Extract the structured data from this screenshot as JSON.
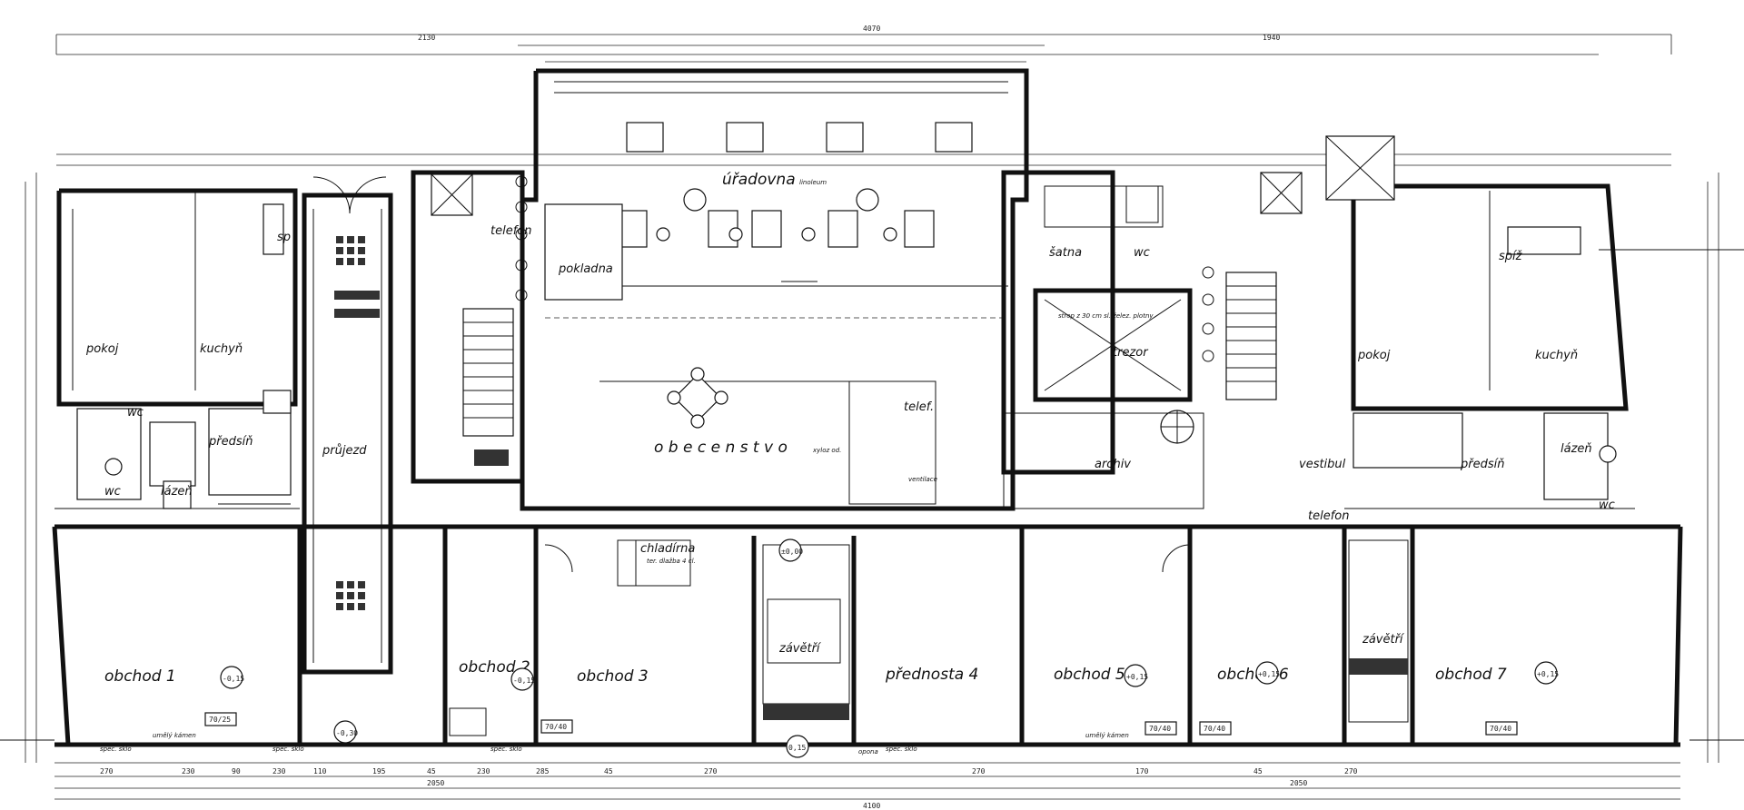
{
  "labels": {
    "uradovna": "úřadovna",
    "uradovna_sub": "linoleum",
    "obecenstvo": "o b e c e n s t v o",
    "obecenstvo_sub": "xyloz od.",
    "pokladna": "pokladna",
    "telefon_top": "telefon",
    "saina": "šatna",
    "wc_top": "wc",
    "tresor": "trezor",
    "tresor_note": "strop z 30 cm sl. želez. plotny",
    "archiv": "archiv",
    "telef": "telef.",
    "ventilace": "ventilace",
    "prujezd": "průjezd",
    "predsin_l": "předsíň",
    "predsin_r": "předsíň",
    "vestibul": "vestibul",
    "pokoj_l": "pokoj",
    "pokoj_r": "pokoj",
    "kuchyn_l": "kuchyň",
    "kuchyn_r": "kuchyň",
    "sp_l": "sp",
    "spiz_r": "spíž",
    "lazen_l": "lázeň",
    "lazen_r": "lázeň",
    "wc_l1": "wc",
    "wc_l2": "wc",
    "wc_r": "wc",
    "chladirna": "chladírna",
    "chladirna_sub": "ter. dlažba 4 cl.",
    "zavetri_c": "závětří",
    "zavetri_r": "závětří",
    "telefon_r": "telefon",
    "obchod1": "obchod  1",
    "obchod2": "obchod  2",
    "obchod3": "obchod      3",
    "prednosta4": "přednosta  4",
    "obchod5": "obchod  5",
    "obchod6": "obchod  6",
    "obchod7": "obchod  7"
  },
  "level_marks": [
    "-0,15",
    "±0,00",
    "-0,15",
    "+0,15",
    "+0,15",
    "+0,15",
    "-0,30",
    "0,15"
  ],
  "window_tags": [
    "70/25",
    "70/40",
    "70/40",
    "70/40",
    "70/40"
  ],
  "bottom_notes": [
    "spec. sklo",
    "umělý kámen",
    "spec. sklo",
    "spec. sklo",
    "opona",
    "spec. sklo",
    "umělý kámen"
  ],
  "dimensions": {
    "total_top": "4070",
    "left_top": "2130",
    "right_top": "1940",
    "bottom_total": "4100",
    "bottom_left": "2050",
    "bottom_right": "2050",
    "bottom_segments": [
      "270",
      "230",
      "90",
      "230",
      "110",
      "195",
      "45",
      "230",
      "285",
      "45",
      "270",
      "270",
      "170",
      "45",
      "270"
    ]
  }
}
